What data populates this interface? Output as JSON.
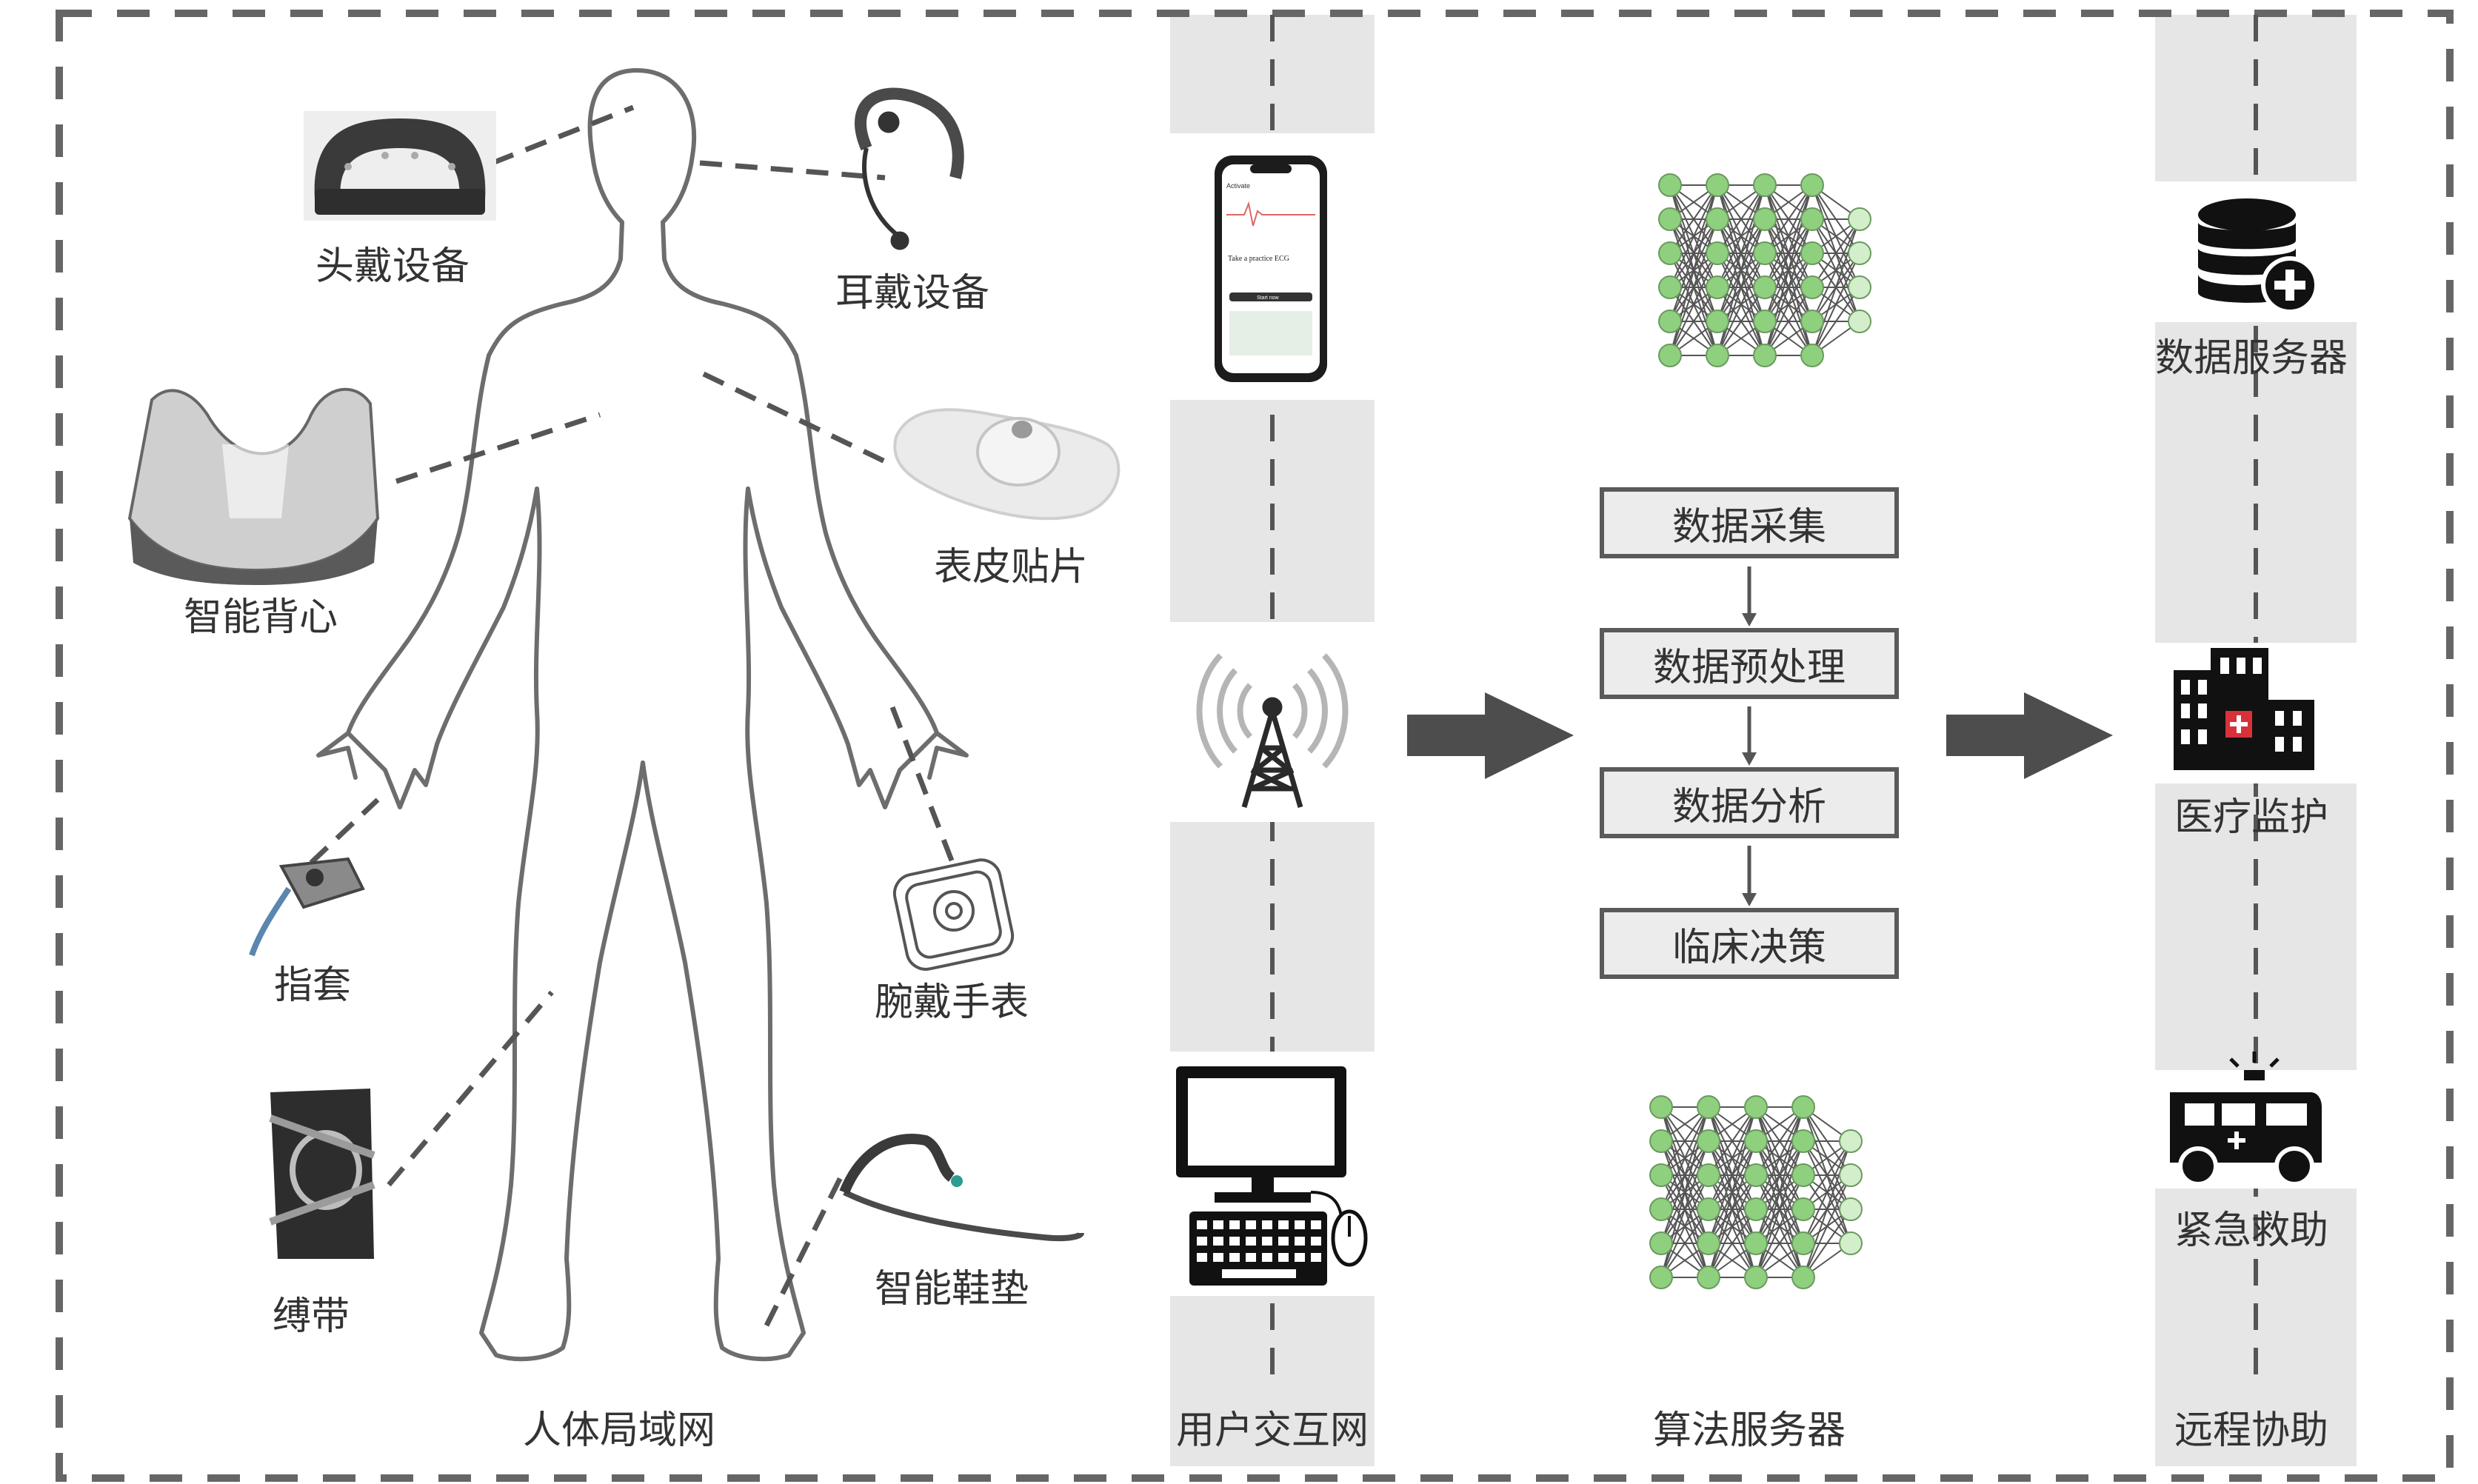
{
  "sections": {
    "body_network": "人体局域网",
    "user_network": "用户交互网",
    "algo_server": "算法服务器",
    "remote_assist": "远程协助"
  },
  "devices": {
    "headband": "头戴设备",
    "earpiece": "耳戴设备",
    "vest": "智能背心",
    "patch": "表皮贴片",
    "finger_clip": "指套",
    "watch": "腕戴手表",
    "knee_brace": "缚带",
    "insole": "智能鞋垫"
  },
  "pipeline": [
    "数据采集",
    "数据预处理",
    "数据分析",
    "临床决策"
  ],
  "services": {
    "data_server": "数据服务器",
    "medical_monitor": "医疗监护",
    "emergency": "紧急救助"
  },
  "phone_screen": {
    "app_name": "Activate",
    "headline": "Take a practice ECG",
    "button": "Start now"
  },
  "colors": {
    "band": "#e6e6e6",
    "dash": "#555555",
    "arrow": "#4d4d4d",
    "node_green": "#8fd07f",
    "box_fill": "#ececec"
  }
}
